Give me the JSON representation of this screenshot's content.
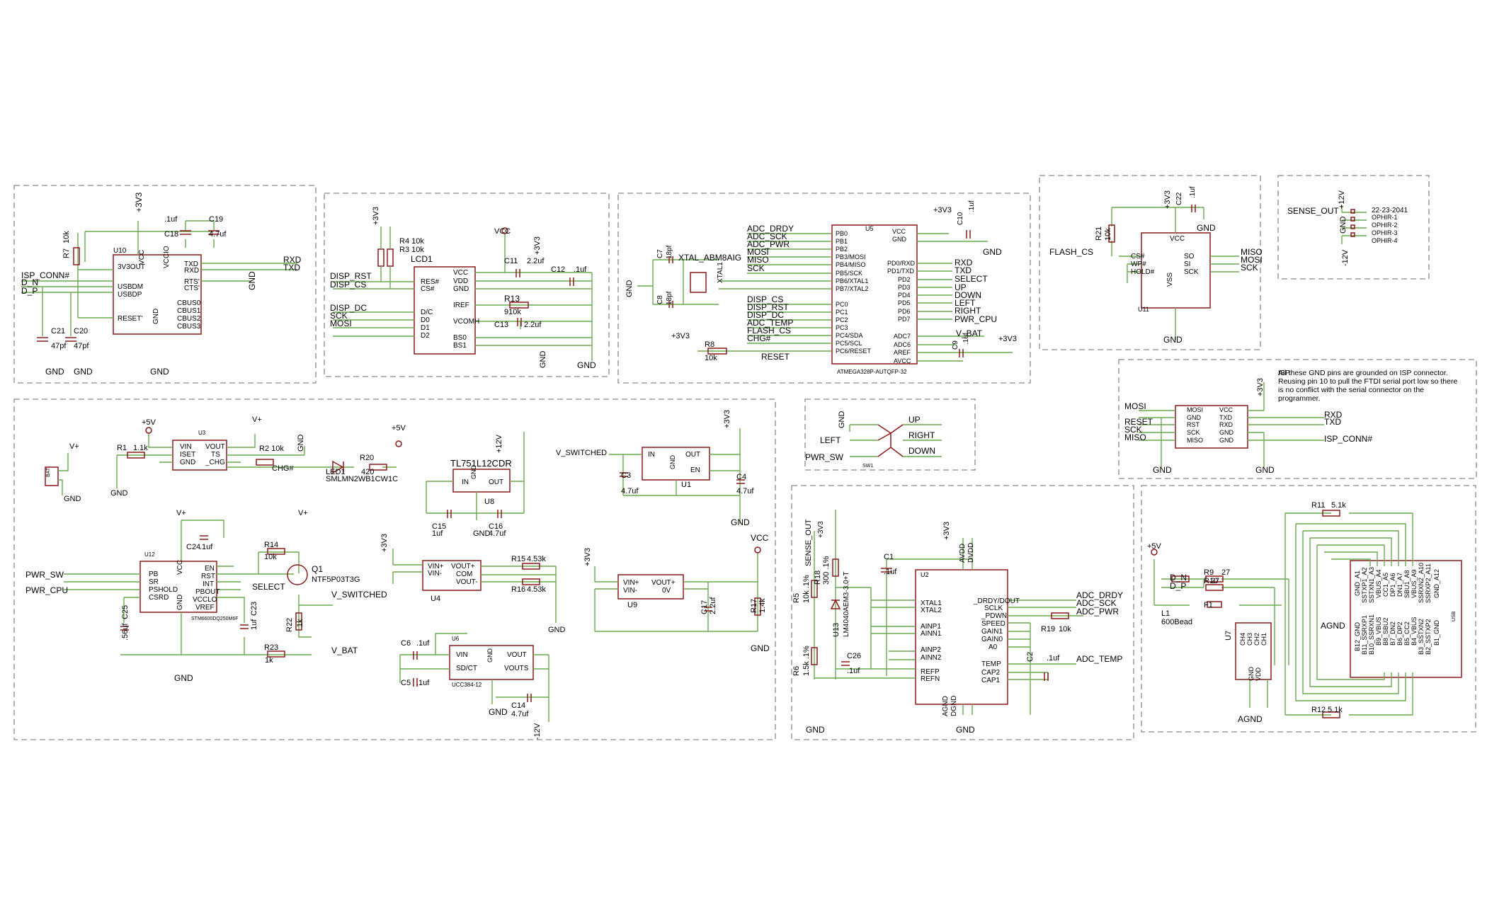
{
  "blocks": {
    "ftdi": {
      "labels": [
        "U10",
        "3V3OUT",
        "VCC",
        "VCCIO",
        "USBDM",
        "USBDP",
        "RESET'",
        "GND",
        "TXD",
        "RXD",
        "RTS'",
        "CTS'",
        "CBUS0",
        "CBUS1",
        "CBUS2",
        "CBUS3",
        "+3V3",
        ".1uf",
        "C18",
        "C19",
        "4.7uf",
        "R7",
        "10k",
        "ISP_CONN#",
        "D_N",
        "D_P",
        "C21",
        "47pf",
        "C20",
        "47pf",
        "RXD",
        "TXD",
        "GND",
        "GND",
        "GND",
        "GND"
      ]
    },
    "display": {
      "labels": [
        "+3V3",
        "R4 10k",
        "R3 10k",
        "LCD1",
        "DISP_RST",
        "DISP_CS",
        "DISP_DC",
        "SCK",
        "MOSI",
        "RES#",
        "CS#",
        "D/C",
        "D0",
        "D1",
        "D2",
        "VCC",
        "VDD",
        "GND",
        "IREF",
        "VCOMH",
        "BS0",
        "BS1",
        "VCC",
        "+3V3",
        "C11",
        "2.2uf",
        "C12",
        ".1uf",
        "R13",
        "910k",
        "C13",
        "2.2uf",
        "GND"
      ]
    },
    "mcu": {
      "labels": [
        "ADC_DRDY",
        "ADC_SCK",
        "ADC_PWR",
        "MOSI",
        "MISO",
        "SCK",
        "XTAL_ABM8AIG",
        "C7",
        "18pf",
        "C8",
        "18pf",
        "XTAL1",
        "GND",
        "DISP_CS",
        "DISP_RST",
        "DISP_DC",
        "ADC_TEMP",
        "FLASH_CS",
        "CHG#",
        "RESET",
        "+3V3",
        "R8",
        "10k",
        "U5",
        "PB0",
        "PB1",
        "PB2",
        "PB3/MOSI",
        "PB4/MISO",
        "PB5/SCK",
        "PB6/XTAL1",
        "PB7/XTAL2",
        "PC0",
        "PC1",
        "PC2",
        "PC3",
        "PC4/SDA",
        "PC5/SCL",
        "PC6/RESET",
        "VCC",
        "GND",
        "PD0/RXD",
        "PD1/TXD",
        "PD2",
        "PD3",
        "PD4",
        "PD5",
        "PD6",
        "PD7",
        "ADC7",
        "ADC6",
        "AREF",
        "AVCC",
        "ATMEGA328P-AUTQFP-32",
        "+3V3",
        "C10",
        ".1uf",
        "GND",
        "RXD",
        "TXD",
        "SELECT",
        "UP",
        "DOWN",
        "LEFT",
        "RIGHT",
        "PWR_CPU",
        "V_BAT",
        "C9",
        ".1uf",
        "+3V3"
      ]
    },
    "flash": {
      "labels": [
        "+3V3",
        "C22",
        ".1uf",
        "GND",
        "R21",
        "10k",
        "FLASH_CS",
        "CS#",
        "WP#",
        "HOLD#",
        "VCC",
        "SO",
        "SI",
        "SCK",
        "VSS",
        "U11",
        "MISO",
        "MOSI",
        "SCK",
        "GND"
      ]
    },
    "sense": {
      "labels": [
        "SENSE_OUT",
        "+12V",
        "GND",
        "-12V",
        "22-23-2041",
        "OPHIR-1",
        "OPHIR-2",
        "OPHIR-3",
        "OPHIR-4"
      ]
    },
    "isp": {
      "note": "All these GND pins are grounded on ISP connector. Reusing pin 10 to pull the FTDI serial port low so there is no conflict with the serial connector on the programmer.",
      "labels": [
        "ISP",
        "MOSI",
        "RESET",
        "SCK",
        "MISO",
        "MOSI",
        "GND",
        "RST",
        "SCK",
        "MISO",
        "VCC",
        "TXD",
        "RXD",
        "GND",
        "GND",
        "+3V3",
        "RXD",
        "TXD",
        "ISP_CONN#",
        "GND",
        "GND"
      ]
    },
    "power": {
      "labels": [
        "+5V",
        "V+",
        "U3",
        "R1",
        "1.1k",
        "VIN",
        "ISET",
        "GND",
        "VOUT",
        "TS",
        "_CHG",
        "R2 10k",
        "GND",
        "CHG#",
        "LED1",
        "SMLMN2WB1CW1C",
        "R20",
        "420",
        "+5V",
        "V+",
        "BAT",
        "GND",
        "GND",
        "V+",
        "V+",
        "U12",
        "PB",
        "SR",
        "PSHOLD",
        "CSRD",
        "VCC",
        "EN",
        "RST",
        "INT",
        "PBOUT",
        "VCCLO",
        "VREF",
        "GND",
        "C24",
        ".1uf",
        "STM6600DQ250M6F",
        "R14",
        "10k",
        "Q1",
        "NTF5P03T3G",
        "SELECT",
        "C23",
        "1uf",
        "V_SWITCHED",
        "R22",
        "1k",
        "C25",
        ".56uf",
        "R23",
        "1k",
        "V_BAT",
        "PWR_SW",
        "PWR_CPU",
        "GND",
        "TL751L12CDR",
        "IN",
        "OUT",
        "GND",
        "U8",
        "C15",
        "1uf",
        "C16",
        "4.7uf",
        "GND",
        "GND",
        "+12V",
        "+3V3",
        "VIN+",
        "VIN-",
        "VOUT+",
        "COM",
        "VOUT-",
        "U4",
        "R15",
        "4.53k",
        "R16",
        "4.53k",
        "GND",
        "C6",
        ".1uf",
        "C5",
        ".1uf",
        "U6",
        "VIN",
        "SD/CT",
        "GND",
        "VOUT",
        "VOUTS",
        "UCC384-12",
        "C14",
        "4.7uf",
        "GND",
        "-12V",
        "V_SWITCHED",
        "IN",
        "GND",
        "OUT",
        "EN",
        "U1",
        "C3",
        "4.7uf",
        "C4",
        "4.7uf",
        "+3V3",
        "GND",
        "+3V3",
        "VIN+",
        "VIN-",
        "VOUT+",
        "0V",
        "U9",
        "VCC",
        "C17",
        "2.2uf",
        "R17",
        "1.4k",
        "GND"
      ]
    },
    "switch": {
      "labels": [
        "GND",
        "UP",
        "LEFT",
        "RIGHT",
        "PWR_SW",
        "DOWN",
        "SW1"
      ]
    },
    "adc": {
      "labels": [
        "SENSE_OUT",
        "+3V3",
        "R5",
        "10k .1%",
        "R18",
        "300 .1%",
        "U13",
        "LM4040AEM3-3.0+T",
        "R6",
        "1.5k .1%",
        "C26",
        ".1uf",
        "C1",
        ".1uf",
        "+3V3",
        "U2",
        "AVDD",
        "DVDD",
        "XTAL1",
        "XTAL2",
        "AINP1",
        "AINN1",
        "AINP2",
        "AINN2",
        "REFP",
        "REFN",
        "_DRDY/DOUT",
        "SCLK",
        "_PDWN",
        "SPEED",
        "GAIN1",
        "GAIN0",
        "A0",
        "TEMP",
        "CAP2",
        "CAP1",
        "AGND",
        "DGND",
        "ADC_DRDY",
        "ADC_SCK",
        "ADC_PWR",
        "R19",
        "10k",
        "C2",
        ".1uf",
        "ADC_TEMP",
        "GND",
        "GND"
      ]
    },
    "usb": {
      "labels": [
        "R11",
        "5.1k",
        "+5V",
        "D_N",
        "D_P",
        "R9",
        "27",
        "R10",
        "27",
        "L1",
        "600Bead",
        "F1",
        "U7",
        "CH4",
        "CH3",
        "CH2",
        "CH1",
        "GND",
        "VDD",
        "AGND",
        "GND_A1",
        "SSTXP1_A2",
        "SSTXN1_A3",
        "VBUS_A4",
        "CC1_A5",
        "DP1_A6",
        "DN1_A7",
        "SBU1_A8",
        "VBUS_A9",
        "SSRXN2_A10",
        "SSRXP2_A11",
        "GND_A12",
        "B12_GND",
        "B11_SSRXP1",
        "B10_SSRXN1",
        "B9_VBUS",
        "B8_SBU2",
        "B7_DN2",
        "B6_DP2",
        "B5_CC2",
        "B4_VBUS",
        "B3_SSTXN2",
        "B2_SSTXP2",
        "B1_GND",
        "USB",
        "AGND",
        "R12",
        "5.1k"
      ]
    }
  }
}
